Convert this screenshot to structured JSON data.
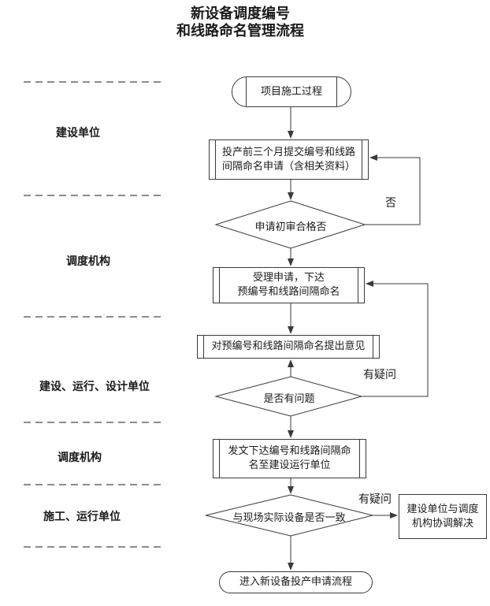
{
  "title": {
    "line1": "新设备调度编号",
    "line2": "和线路命名管理流程"
  },
  "lanes": [
    {
      "label": "建设单位"
    },
    {
      "label": "调度机构"
    },
    {
      "label": "建设、运行、设计单位"
    },
    {
      "label": "调度机构"
    },
    {
      "label": "施工、运行单位"
    }
  ],
  "flow": {
    "start": "项目施工过程",
    "submit": {
      "line1": "投产前三个月提交编号和线路",
      "line2": "间隔命名申请（含相关资料）"
    },
    "initial_review": "申请初审合格否",
    "accept": {
      "line1": "受理申请，下达",
      "line2": "预编号和线路间隔命名"
    },
    "opinion": "对预编号和线路间隔命名提出意见",
    "has_problem": "是否有问题",
    "issue": {
      "line1": "发文下达编号和线路间隔命",
      "line2": "名至建设运行单位"
    },
    "consistent": "与现场实际设备是否一致",
    "resolve": {
      "line1": "建设单位与调度",
      "line2": "机构协调解决"
    },
    "end": "进入新设备投产申请流程"
  },
  "edge_labels": {
    "no": "否",
    "doubt_mid": "有疑问",
    "doubt_bottom": "有疑问"
  },
  "colors": {
    "line": "#3a3a3a",
    "lane_divider": "#8c8c8c",
    "text": "#1a1a1a",
    "background": "#ffffff"
  }
}
